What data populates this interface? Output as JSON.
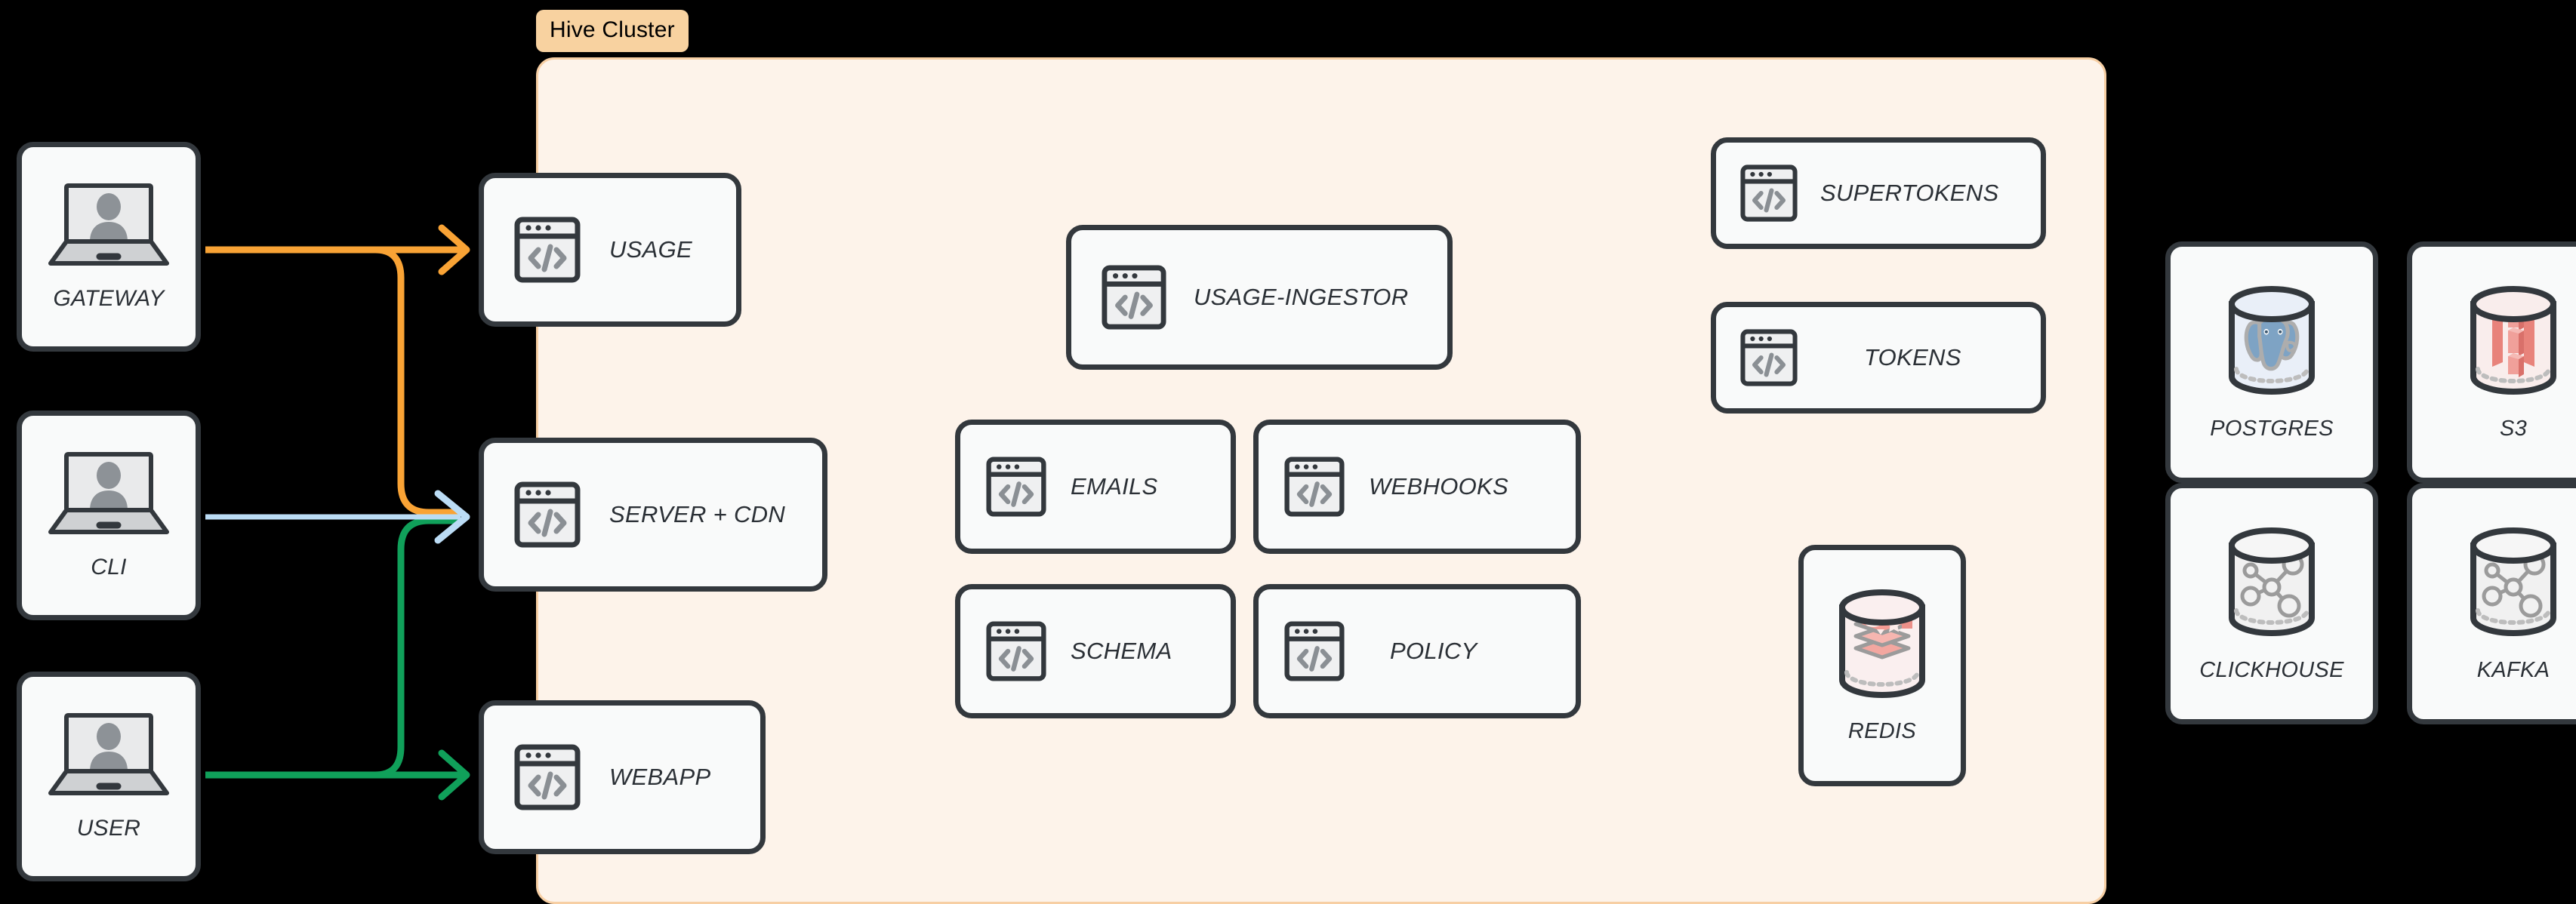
{
  "cluster": {
    "label": "Hive Cluster",
    "bg_color": "#FDF3EA",
    "border_color": "#F7CFA4",
    "label_bg_color": "#F8D2A0",
    "label_text_color": "#000000"
  },
  "canvas": {
    "background_color": "#000000"
  },
  "style": {
    "node_fill": "#F9FAFA",
    "node_border": "#33383D",
    "icon_gray": "#8A8F94",
    "icon_fill": "#EFF0F1"
  },
  "actors": [
    {
      "id": "gateway",
      "label": "GATEWAY",
      "icon": "laptop-person-icon"
    },
    {
      "id": "cli",
      "label": "CLI",
      "icon": "laptop-person-icon"
    },
    {
      "id": "user",
      "label": "USER",
      "icon": "laptop-person-icon"
    }
  ],
  "edge_services": [
    {
      "id": "usage",
      "label": "USAGE",
      "icon": "code-window-icon"
    },
    {
      "id": "server-cdn",
      "label": "SERVER + CDN",
      "icon": "code-window-icon"
    },
    {
      "id": "webapp",
      "label": "WEBAPP",
      "icon": "code-window-icon"
    }
  ],
  "cluster_services": [
    {
      "id": "usage-ingestor",
      "label": "USAGE-INGESTOR",
      "icon": "code-window-icon"
    },
    {
      "id": "emails",
      "label": "EMAILS",
      "icon": "code-window-icon"
    },
    {
      "id": "webhooks",
      "label": "WEBHOOKS",
      "icon": "code-window-icon"
    },
    {
      "id": "schema",
      "label": "SCHEMA",
      "icon": "code-window-icon"
    },
    {
      "id": "policy",
      "label": "POLICY",
      "icon": "code-window-icon"
    },
    {
      "id": "supertokens",
      "label": "SUPERTOKENS",
      "icon": "code-window-icon"
    },
    {
      "id": "tokens",
      "label": "TOKENS",
      "icon": "code-window-icon"
    }
  ],
  "cluster_datastores": [
    {
      "id": "redis",
      "label": "REDIS",
      "icon": "redis-cylinder-icon"
    }
  ],
  "external_datastores": [
    {
      "id": "postgres",
      "label": "POSTGRES",
      "icon": "postgres-cylinder-icon"
    },
    {
      "id": "s3",
      "label": "S3",
      "icon": "s3-cylinder-icon"
    },
    {
      "id": "clickhouse",
      "label": "CLICKHOUSE",
      "icon": "graph-cylinder-icon"
    },
    {
      "id": "kafka",
      "label": "KAFKA",
      "icon": "graph-cylinder-icon"
    }
  ],
  "connections": [
    {
      "id": "gateway-to-usage",
      "from": "gateway",
      "to": "usage",
      "color": "#F9A335",
      "arrow": true
    },
    {
      "id": "gateway-to-server-cdn",
      "from": "gateway",
      "to": "server-cdn",
      "color": "#F9A335",
      "arrow": false
    },
    {
      "id": "cli-to-server-cdn",
      "from": "cli",
      "to": "server-cdn",
      "color": "#BBDCF5",
      "arrow": true
    },
    {
      "id": "user-to-webapp",
      "from": "user",
      "to": "webapp",
      "color": "#10A05A",
      "arrow": true
    },
    {
      "id": "user-to-server-cdn",
      "from": "user",
      "to": "server-cdn",
      "color": "#10A05A",
      "arrow": false
    }
  ]
}
